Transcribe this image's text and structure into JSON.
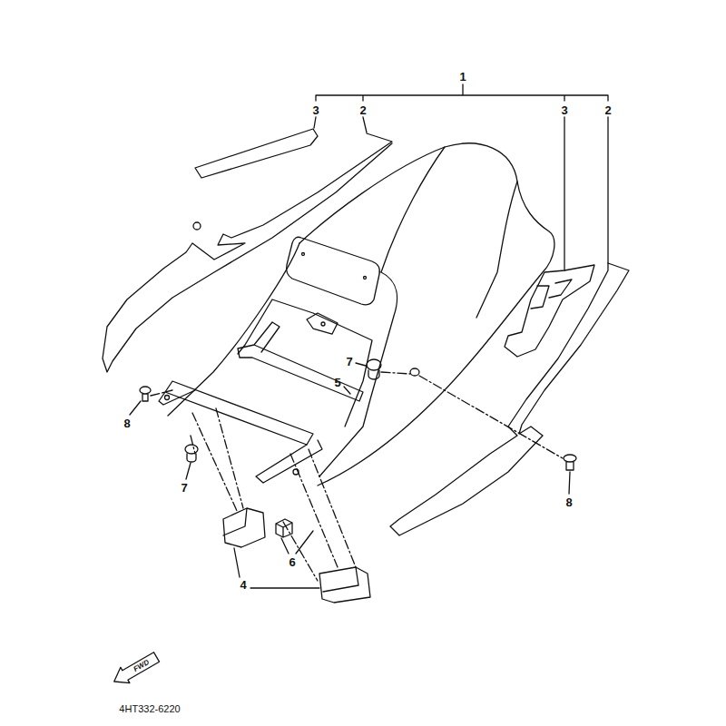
{
  "diagram": {
    "labels": [
      "1",
      "3",
      "2",
      "3",
      "2",
      "7",
      "5",
      "8",
      "7",
      "8",
      "6",
      "4",
      "FWD",
      "4HT332-6220"
    ]
  }
}
